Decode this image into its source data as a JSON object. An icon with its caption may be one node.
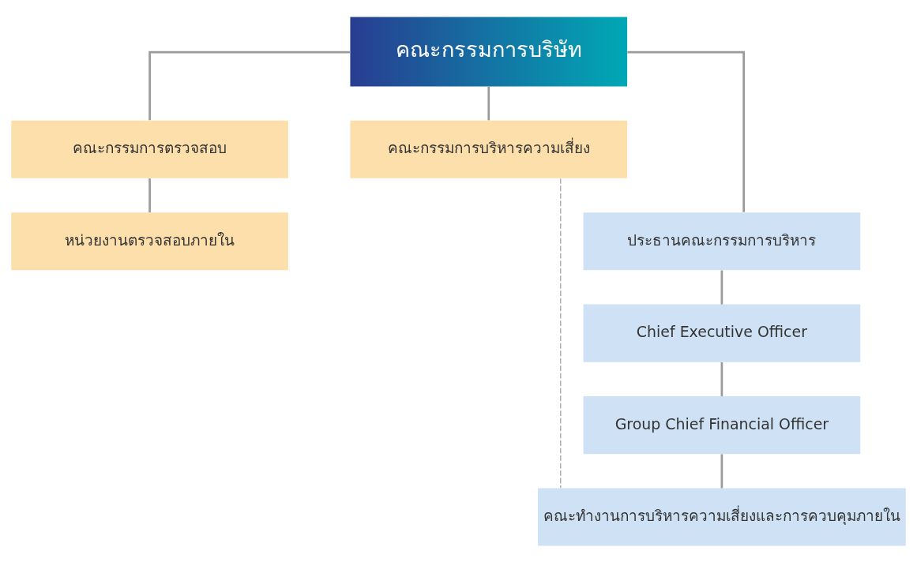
{
  "diagram": {
    "nodes": [
      {
        "text": [
          "คณะกรรมการบริษัท"
        ]
      },
      {
        "text": [
          "คณะกรรมการตรวจสอบ"
        ]
      },
      {
        "text": [
          "หน่วยงานตรวจสอบภายใน"
        ]
      },
      {
        "text": [
          "คณะกรรมการบริหารความเสี่ยง"
        ]
      },
      {
        "text": [
          "ประธานคณะกรรมการบริหาร"
        ]
      },
      {
        "text": [
          "Chief Executive Officer"
        ]
      },
      {
        "text": [
          "Group Chief Financial Officer"
        ]
      },
      {
        "text": [
          "คณะทำงานการบริหารความเสี่ยงและการควบคุมภายใน"
        ]
      }
    ],
    "edges": [
      {
        "from": 0,
        "to": 1,
        "arrow": "none"
      },
      {
        "from": 0,
        "to": 3,
        "arrow": "none"
      },
      {
        "from": 0,
        "to": 4,
        "arrow": "none"
      },
      {
        "from": 1,
        "to": 2,
        "arrow": "none"
      },
      {
        "from": 4,
        "to": 5,
        "arrow": "none"
      },
      {
        "from": 5,
        "to": 6,
        "arrow": "none"
      },
      {
        "from": 6,
        "to": 7,
        "arrow": "none"
      },
      {
        "from": 3,
        "to": 7,
        "arrow": "none",
        "style": "dashed"
      }
    ]
  }
}
